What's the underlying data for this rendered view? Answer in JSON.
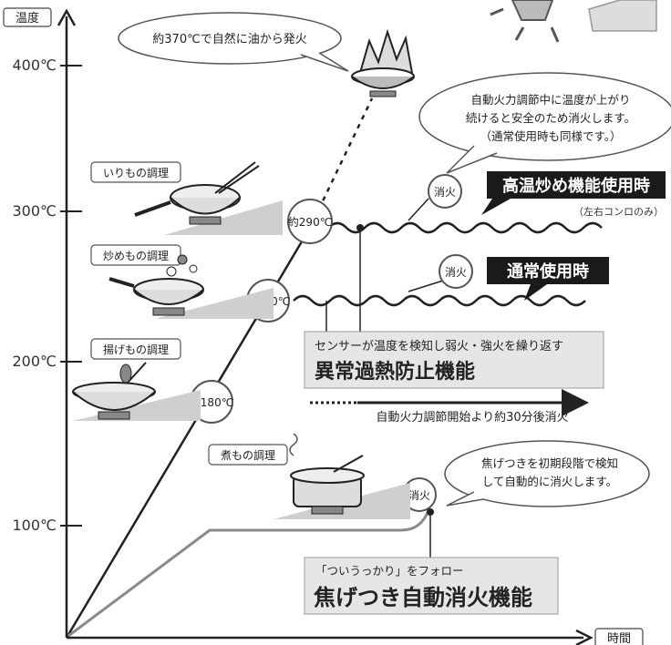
{
  "axes": {
    "y_label": "温度",
    "x_label": "時間",
    "ticks": [
      "400℃",
      "300℃",
      "200℃",
      "100℃"
    ]
  },
  "bubbles": {
    "ignite": "約370℃で自然に油から発火",
    "auto_off": [
      "自動火力調節中に温度が上がり",
      "続けると安全のため消火します。",
      "（通常使用時も同様です。）"
    ],
    "scorch": [
      "焦げつきを初期段階で検知",
      "して自動的に消火します。"
    ]
  },
  "circles": {
    "c180": "約180℃",
    "c250": "約250℃",
    "c290": "約290℃",
    "extinguish": "消火"
  },
  "cooking_labels": {
    "irimono": "いりもの調理",
    "itamemono": "炒めもの調理",
    "agemono": "揚げもの調理",
    "nimono": "煮もの調理"
  },
  "modes": {
    "high": "高温炒め機能使用時",
    "high_note": "（左右コンロのみ）",
    "normal": "通常使用時"
  },
  "overheat_box": {
    "sub": "センサーが温度を検知し弱火・強火を繰り返す",
    "title": "異常過熱防止機能"
  },
  "arrow_note": "自動火力調節開始より約30分後消火",
  "scorch_box": {
    "sub": "「ついうっかり」をフォロー",
    "title": "焦げつき自動消火機能"
  },
  "colors": {
    "ink": "#222222",
    "gray": "#c8c8c8",
    "dark_box": "#1a1a1a"
  }
}
